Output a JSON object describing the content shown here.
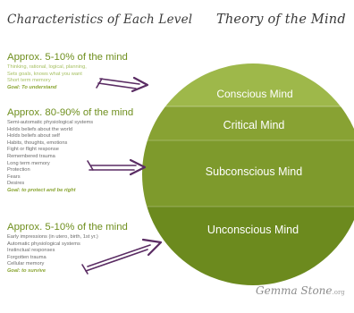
{
  "headings": {
    "left": "Characteristics of Each Level",
    "right": "Theory of the Mind"
  },
  "levels": [
    {
      "title": "Approx. 5-10% of the mind",
      "items": [
        "Thinking, rational, logical, planning,",
        "Sets goals, knows what you want",
        "Short term memory"
      ],
      "goal": "Goal: To understand"
    },
    {
      "title": "Approx. 80-90% of the mind",
      "items": [
        "Semi-automatic physiological systems",
        "Holds beliefs about the world",
        "Holds beliefs about self",
        "Habits, thoughts, emotions",
        "Fight or flight response",
        "Remembered trauma",
        "Long term memory",
        "Protection",
        "Fears",
        "Desires"
      ],
      "goal": "Goal: to protect and be right"
    },
    {
      "title": "Approx. 5-10% of the mind",
      "items": [
        "Early impressions (in utero, birth, 1st yr.)",
        "Automatic physiological systems",
        "Instinctual responses",
        "Forgotten trauma",
        "Cellular memory"
      ],
      "goal": "Goal: to survive"
    }
  ],
  "mind_layers": [
    {
      "label": "Conscious Mind",
      "color": "#9eb84a"
    },
    {
      "label": "Critical Mind",
      "color": "#88a233"
    },
    {
      "label": "Subconscious Mind",
      "color": "#7e9a2c"
    },
    {
      "label": "Unconscious Mind",
      "color": "#6c8a1e"
    }
  ],
  "arrow_color": "#5a2c63",
  "signature": {
    "name": "Gemma Stone",
    "suffix": ".org"
  }
}
